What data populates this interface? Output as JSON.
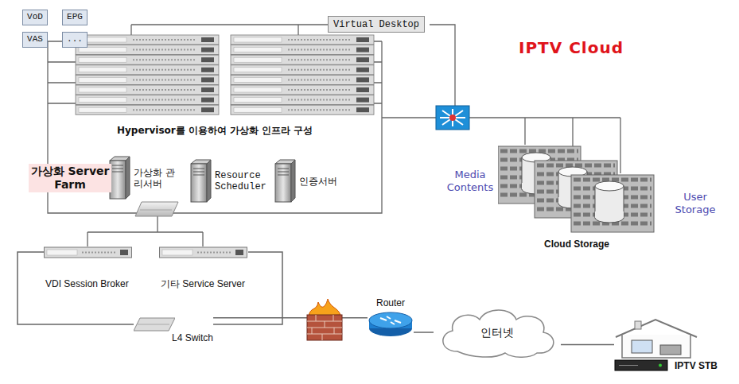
{
  "diagram": {
    "nodes": [
      {
        "text": [
          "IPTV Cloud"
        ]
      },
      {
        "text": [
          "VoD"
        ],
        "in": 0
      },
      {
        "text": [
          "EPG"
        ],
        "in": 0
      },
      {
        "text": [
          "VAS"
        ],
        "in": 0
      },
      {
        "text": [
          "..."
        ],
        "in": 0
      },
      {
        "text": [
          "Virtual Desktop"
        ],
        "in": 0
      },
      {
        "text": [
          "가상화 관리서버"
        ],
        "in": 0
      },
      {
        "text": [
          "Resource Scheduler"
        ],
        "in": 0
      },
      {
        "text": [
          "인증서버"
        ],
        "in": 0
      },
      {
        "text": [
          "VDI Session Broker"
        ],
        "in": 0
      },
      {
        "text": [
          "기타 Service Server"
        ],
        "in": 0
      },
      {
        "text": [
          "L4 Switch"
        ],
        "in": 0
      },
      {
        "text": [
          "Cloud Storage"
        ],
        "in": 0
      },
      {
        "text": [
          "Router"
        ]
      },
      {
        "text": [
          "인터넷"
        ]
      },
      {
        "text": [
          "IPTV STB"
        ]
      }
    ],
    "edges": [
      {
        "from": 11,
        "to": 9,
        "arrow": "none"
      },
      {
        "from": 11,
        "to": 10,
        "arrow": "none"
      },
      {
        "from": 11,
        "to": 13,
        "arrow": "none"
      },
      {
        "from": 13,
        "to": 14,
        "arrow": "none"
      },
      {
        "from": 14,
        "to": 15,
        "arrow": "none"
      }
    ],
    "labels": [
      "Hypervisor를 이용하여 가상화 인프라 구성",
      "가상화 Server Farm",
      "Media Contents",
      "User Storage"
    ]
  }
}
